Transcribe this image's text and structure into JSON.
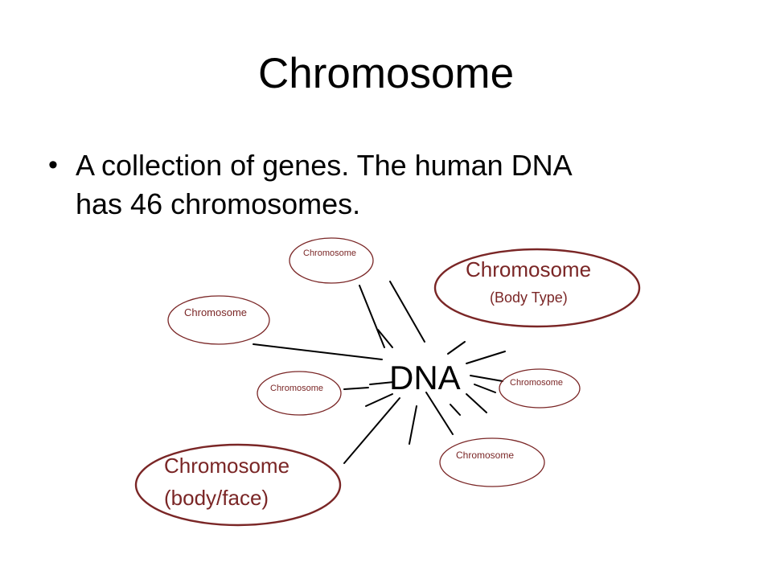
{
  "slide": {
    "title": "Chromosome",
    "bullet": "A collection of genes.  The human DNA\nhas 46 chromosomes.",
    "bullet_marker": "•"
  },
  "diagram": {
    "center_label": "DNA",
    "nodes": [
      {
        "label": "Chromosome"
      },
      {
        "label": "Chromosome",
        "sublabel": "(Body Type)"
      },
      {
        "label": "Chromosome"
      },
      {
        "label": "Chromosome"
      },
      {
        "label": "Chromosome"
      },
      {
        "label": "Chromosome"
      },
      {
        "label": "Chromosome",
        "sublabel": "(body/face)"
      }
    ],
    "colors": {
      "ellipse_stroke": "#7a2626",
      "ray": "#000000"
    }
  }
}
